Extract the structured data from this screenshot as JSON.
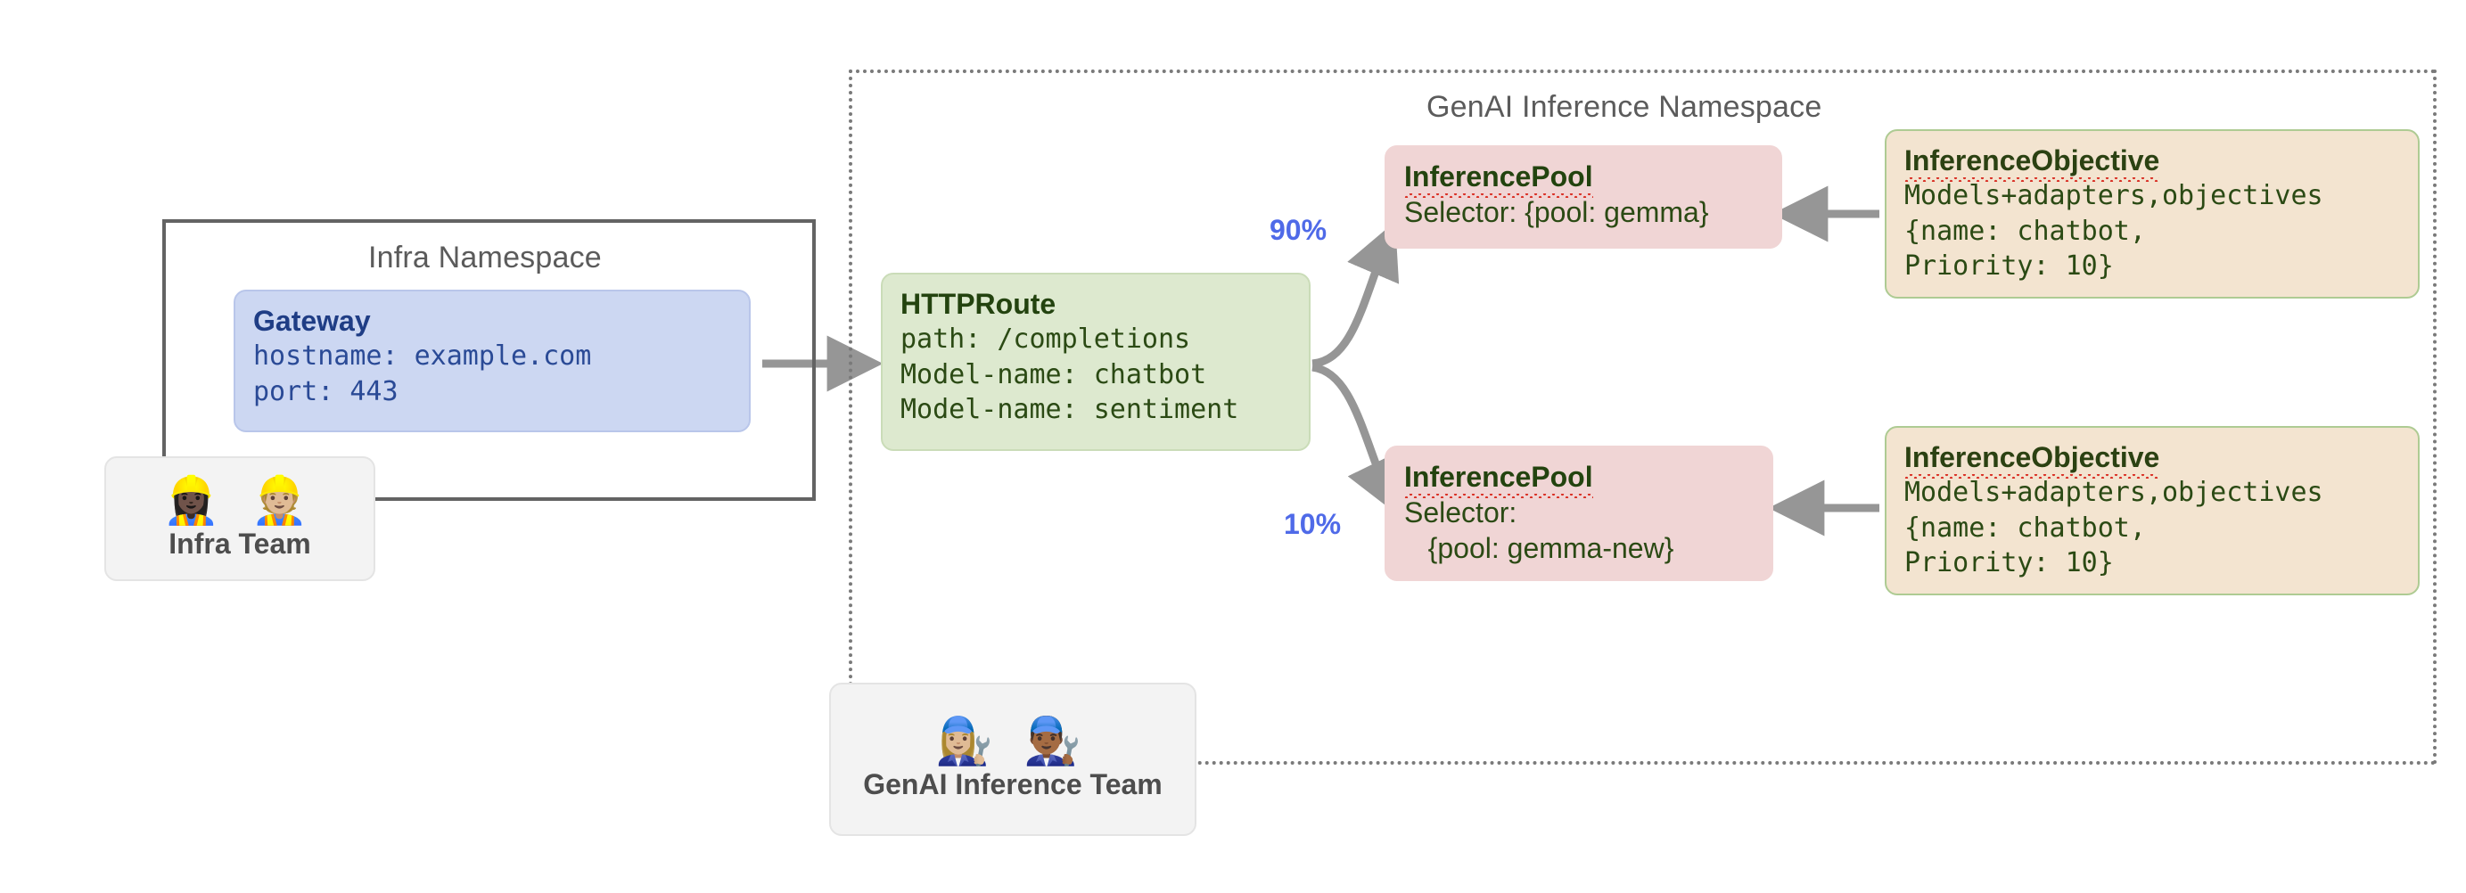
{
  "namespaces": {
    "infra": {
      "title": "Infra Namespace"
    },
    "genai": {
      "title": "GenAI Inference Namespace"
    }
  },
  "gateway": {
    "title": "Gateway",
    "lines": [
      "hostname: example.com",
      "port: 443"
    ]
  },
  "httproute": {
    "title": "HTTPRoute",
    "lines": [
      "path: /completions",
      "Model-name: chatbot",
      "Model-name: sentiment"
    ]
  },
  "pools": [
    {
      "title": "InferencePool",
      "lines": [
        "Selector: {pool: gemma}"
      ]
    },
    {
      "title": "InferencePool",
      "lines": [
        "Selector:",
        "   {pool: gemma-new}"
      ]
    }
  ],
  "objectives": [
    {
      "title": "InferenceObjective",
      "lines": [
        "Models+adapters,objectives",
        "{name: chatbot,",
        "Priority: 10}"
      ]
    },
    {
      "title": "InferenceObjective",
      "lines": [
        "Models+adapters,objectives",
        "{name: chatbot,",
        "Priority: 10}"
      ]
    }
  ],
  "edges": {
    "split_top_label": "90%",
    "split_bottom_label": "10%"
  },
  "teams": [
    {
      "name": "Infra Team",
      "emoji": "👷🏿‍♀️ 👷🏼"
    },
    {
      "name": "GenAI Inference Team",
      "emoji": "👩🏼‍🔧 👨🏾‍🔧"
    }
  ],
  "colors": {
    "gateway_fill": "#ccd7f2",
    "route_fill": "#dde9cf",
    "pool_fill": "#f0d5d5",
    "objective_fill": "#f3e4d0",
    "edge_gray": "#969696",
    "percent_blue": "#4f6ae8",
    "namespace_border": "#636363"
  }
}
